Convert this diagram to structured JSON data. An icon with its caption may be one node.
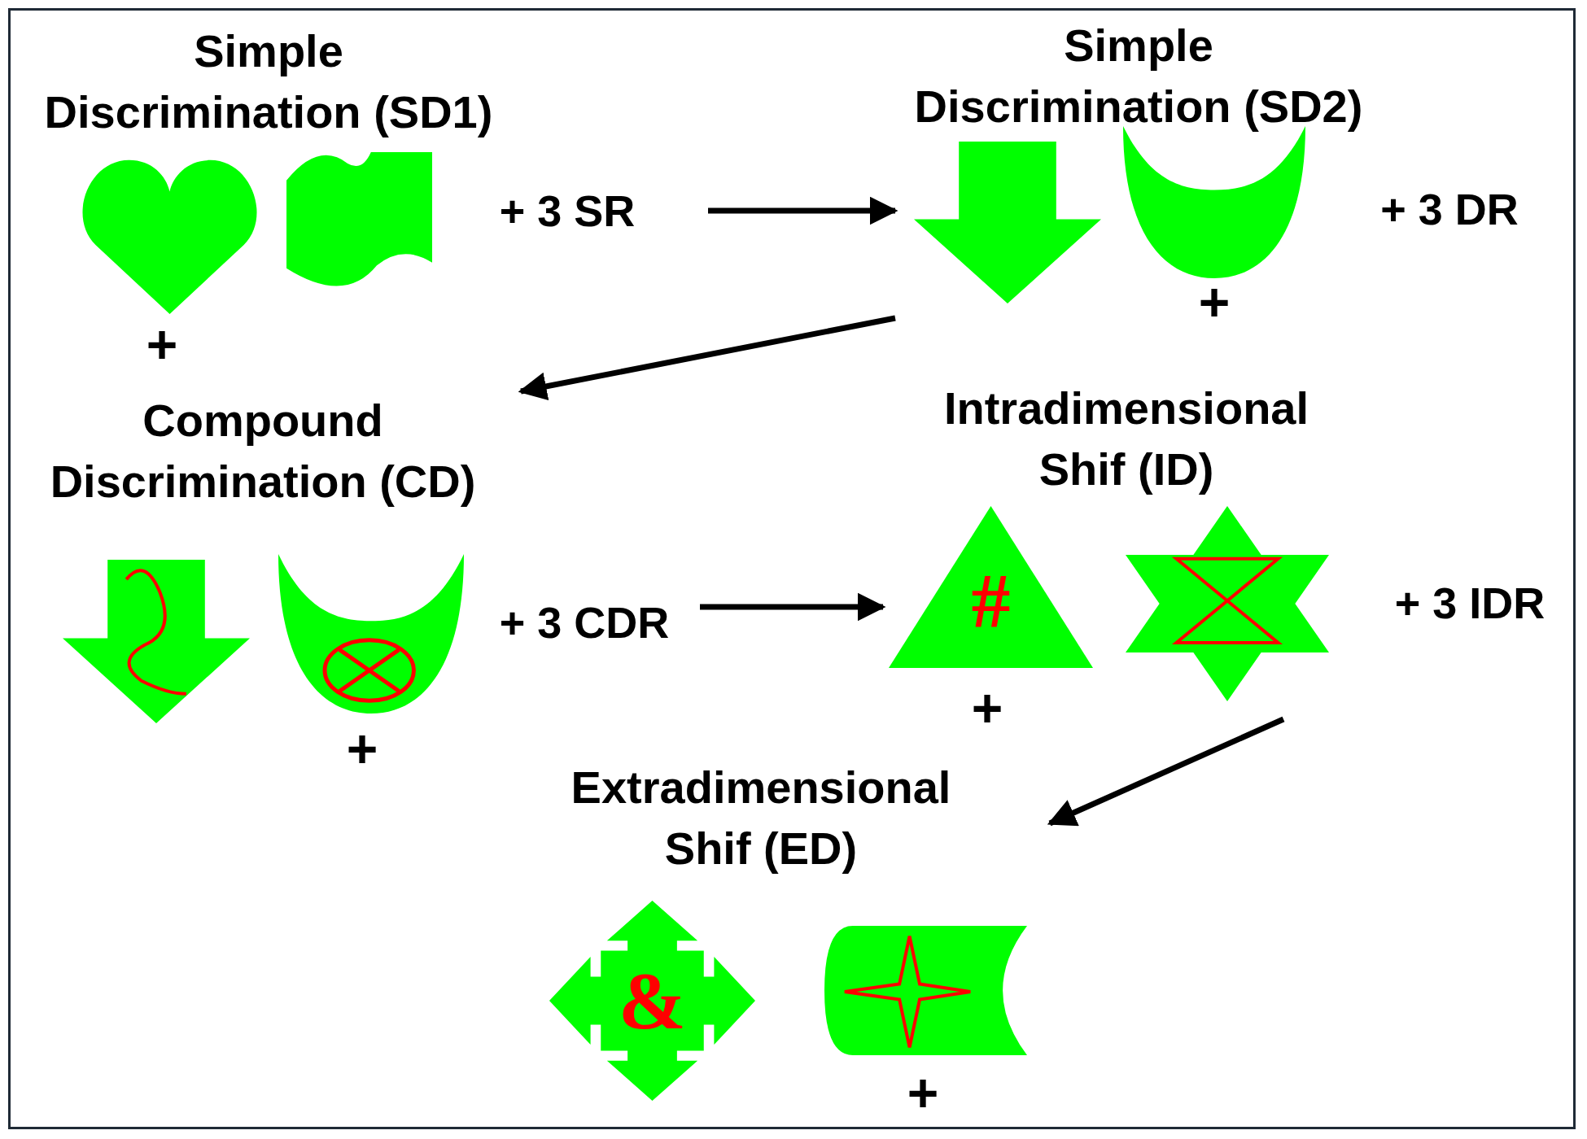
{
  "diagram": {
    "nodes": [
      {
        "text": [
          "Simple Discrimination (SD1)"
        ],
        "beside": [
          "+ 3 SR"
        ]
      },
      {
        "text": [],
        "shape": "heart",
        "in": 0,
        "beside": [
          "+"
        ]
      },
      {
        "text": [],
        "shape": "wave",
        "in": 0
      },
      {
        "text": [
          "Simple Discrimination (SD2)"
        ],
        "beside": [
          "+ 3 DR"
        ]
      },
      {
        "text": [],
        "shape": "arrow",
        "in": 3
      },
      {
        "text": [],
        "shape": "crescent",
        "in": 3,
        "beside": [
          "+"
        ]
      },
      {
        "text": [
          "Compound Discrimination (CD)"
        ],
        "beside": [
          "+ 3 CDR"
        ]
      },
      {
        "text": [],
        "shape": "arrow",
        "in": 6
      },
      {
        "text": [],
        "shape": "crescent",
        "in": 6,
        "beside": [
          "+"
        ]
      },
      {
        "text": [
          "Intradimensional Shif (ID)"
        ],
        "beside": [
          "+ 3 IDR"
        ]
      },
      {
        "text": [
          "#"
        ],
        "in": 9,
        "beside": [
          "+"
        ]
      },
      {
        "text": [],
        "shape": "hexagram",
        "in": 9
      },
      {
        "text": [
          "Extradimensional Shif (ED)"
        ]
      },
      {
        "text": [
          "&"
        ],
        "in": 12
      },
      {
        "text": [],
        "shape": "cylinder",
        "in": 12,
        "beside": [
          "+"
        ]
      }
    ],
    "edges": [
      {
        "from": 0,
        "to": 3,
        "arrow": "to"
      },
      {
        "from": 3,
        "to": 6,
        "arrow": "to"
      },
      {
        "from": 6,
        "to": 9,
        "arrow": "to"
      },
      {
        "from": 9,
        "to": 12,
        "arrow": "to"
      }
    ]
  }
}
